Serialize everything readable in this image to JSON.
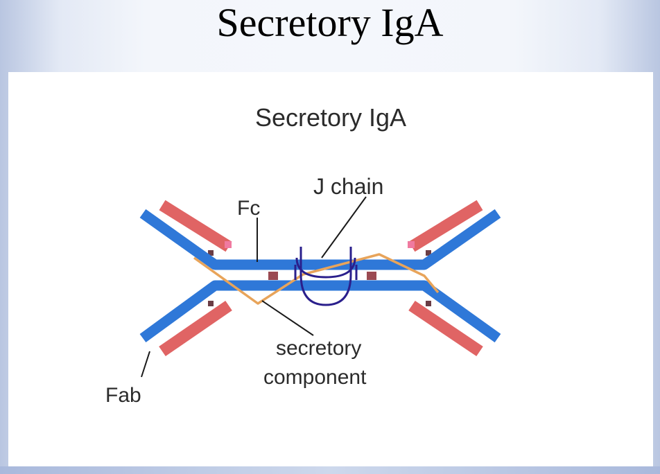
{
  "slide": {
    "title": "Secretory IgA"
  },
  "figure": {
    "title": "Secretory IgA",
    "labels": {
      "fc": "Fc",
      "j_chain": "J chain",
      "secretory_line1": "secretory",
      "secretory_line2": "component",
      "fab": "Fab"
    }
  },
  "colors": {
    "heavy_chain": "#2f78d8",
    "light_chain": "#e06464",
    "secretory_component": "#e8a45a",
    "j_chain": "#2a1f8c",
    "hinge": "#9a4a52",
    "label_text": "#2b2b2b"
  }
}
